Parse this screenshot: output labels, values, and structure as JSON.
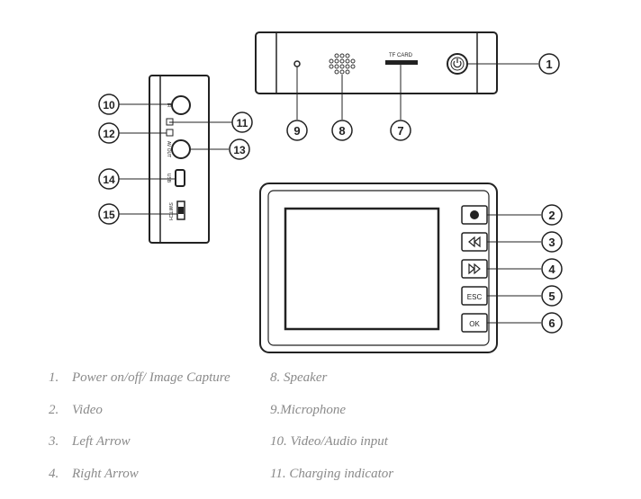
{
  "diagram": {
    "top_panel": {
      "slot_label": "TF CARD"
    },
    "side_panel": {
      "labels": [
        "IR",
        "AV OUT",
        "USB",
        "SWITCH"
      ]
    },
    "front_panel": {
      "button_labels": [
        "",
        "",
        "",
        "ESC",
        "OK"
      ]
    },
    "callouts": [
      "1",
      "2",
      "3",
      "4",
      "5",
      "6",
      "7",
      "8",
      "9",
      "10",
      "11",
      "12",
      "13",
      "14",
      "15"
    ]
  },
  "legend": [
    {
      "num": "1.",
      "text": "Power on/off/ Image Capture"
    },
    {
      "num": "2.",
      "text": "Video"
    },
    {
      "num": "3.",
      "text": "Left Arrow"
    },
    {
      "num": "4.",
      "text": "Right Arrow"
    },
    {
      "num": "",
      "text": "8. Speaker"
    },
    {
      "num": "",
      "text": "9.Microphone"
    },
    {
      "num": "",
      "text": "10. Video/Audio input"
    },
    {
      "num": "",
      "text": "11. Charging indicator"
    }
  ]
}
